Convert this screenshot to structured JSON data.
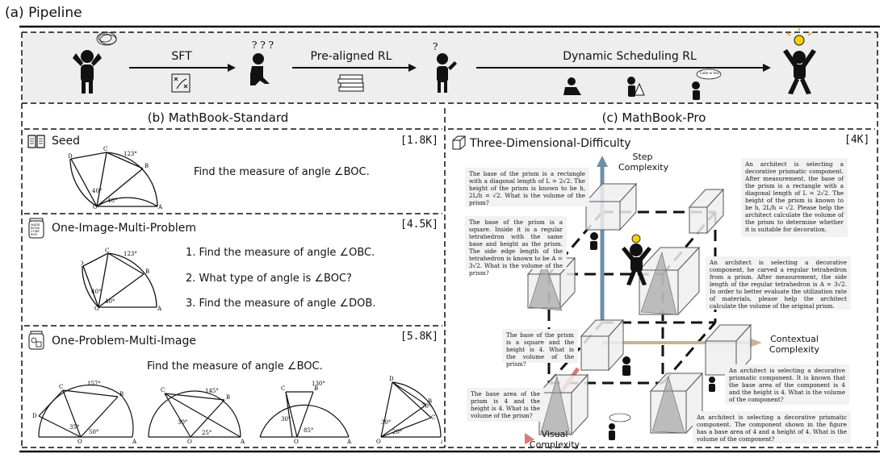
{
  "pipeline": {
    "title": "(a) Pipeline",
    "stage1": "SFT",
    "stage2": "Pre-aligned RL",
    "stage3": "Dynamic Scheduling RL"
  },
  "standard": {
    "title": "(b) MathBook-Standard",
    "seed": {
      "label": "Seed",
      "count": "[1.8K]",
      "question": "Find the measure of angle ∠BOC."
    },
    "oimp": {
      "label": "One-Image-Multi-Problem",
      "count": "[4.5K]",
      "questions": [
        "1.  Find the measure of angle ∠OBC.",
        "2. What type of angle is ∠BOC?",
        "3. Find the measure of angle ∠DOB."
      ]
    },
    "opmi": {
      "label": "One-Problem-Multi-Image",
      "count": "[5.8K]",
      "question": "Find the measure of angle ∠BOC."
    },
    "book_icon_text": "MATH BOOK CUBE BOX"
  },
  "pro": {
    "title": "(c) MathBook-Pro",
    "label": "Three-Dimensional-Difficulty",
    "count": "[4K]",
    "axes": {
      "step": "Step\nComplexity",
      "contextual": "Contextual\nComplexity",
      "visual": "Visual\nComplexity"
    },
    "bubble": "Cube or box",
    "notes": [
      "The base of the prism is a rectangle with a diagonal length of L = 2√2. The height of the prism is known to be h, 2L/h = √2. What is the volume of the prism?",
      "The base of the prism is a square. Inside it is a regular tetrahedron with the same base and height as the prism. The side edge length of the tetrahedron is known to be A = 3√2. What is the volume of the prism?",
      "The base of the prism is a square and the height is 4. What is the volume of the prism?",
      "The base area of the prism is 4 and the height is 4. What is the volume of the prism?",
      "An architect is selecting a decorative prismatic component. After measurement, the base of the prism is a rectangle with a diagonal length of L = 2√2. The height of the prism is known to be h, 2L/h = √2. Please help the architect calculate the volume of the prism to determine whether it is suitable for decoration.",
      "An architect is selecting a decorative component, he carved a regular tetrahedron from a prism. After measurement, the side length of the regular tetrahedron is A = 3√2. In order to better evaluate the utilization rate of materials, please help the architect calculate the volume of the original prism.",
      "An architect is selecting a decorative prismatic component. It is known that the base area of the component is 4 and the height is 4. What is the volume of the component?",
      "An architect is selecting a decorative prismatic component. The component shown in the figure has a base area of 4 and a height of 4. What is the volume of the component?"
    ]
  },
  "geometry": {
    "pts": {
      "O": "O",
      "A": "A",
      "B": "B",
      "C": "C",
      "D": "D"
    },
    "angles": [
      "123°",
      "40°",
      "40°",
      "157°",
      "35°",
      "50°",
      "145°",
      "30°",
      "25°",
      "130°",
      "30°",
      "85°",
      "70°",
      "30°",
      "20°"
    ]
  }
}
